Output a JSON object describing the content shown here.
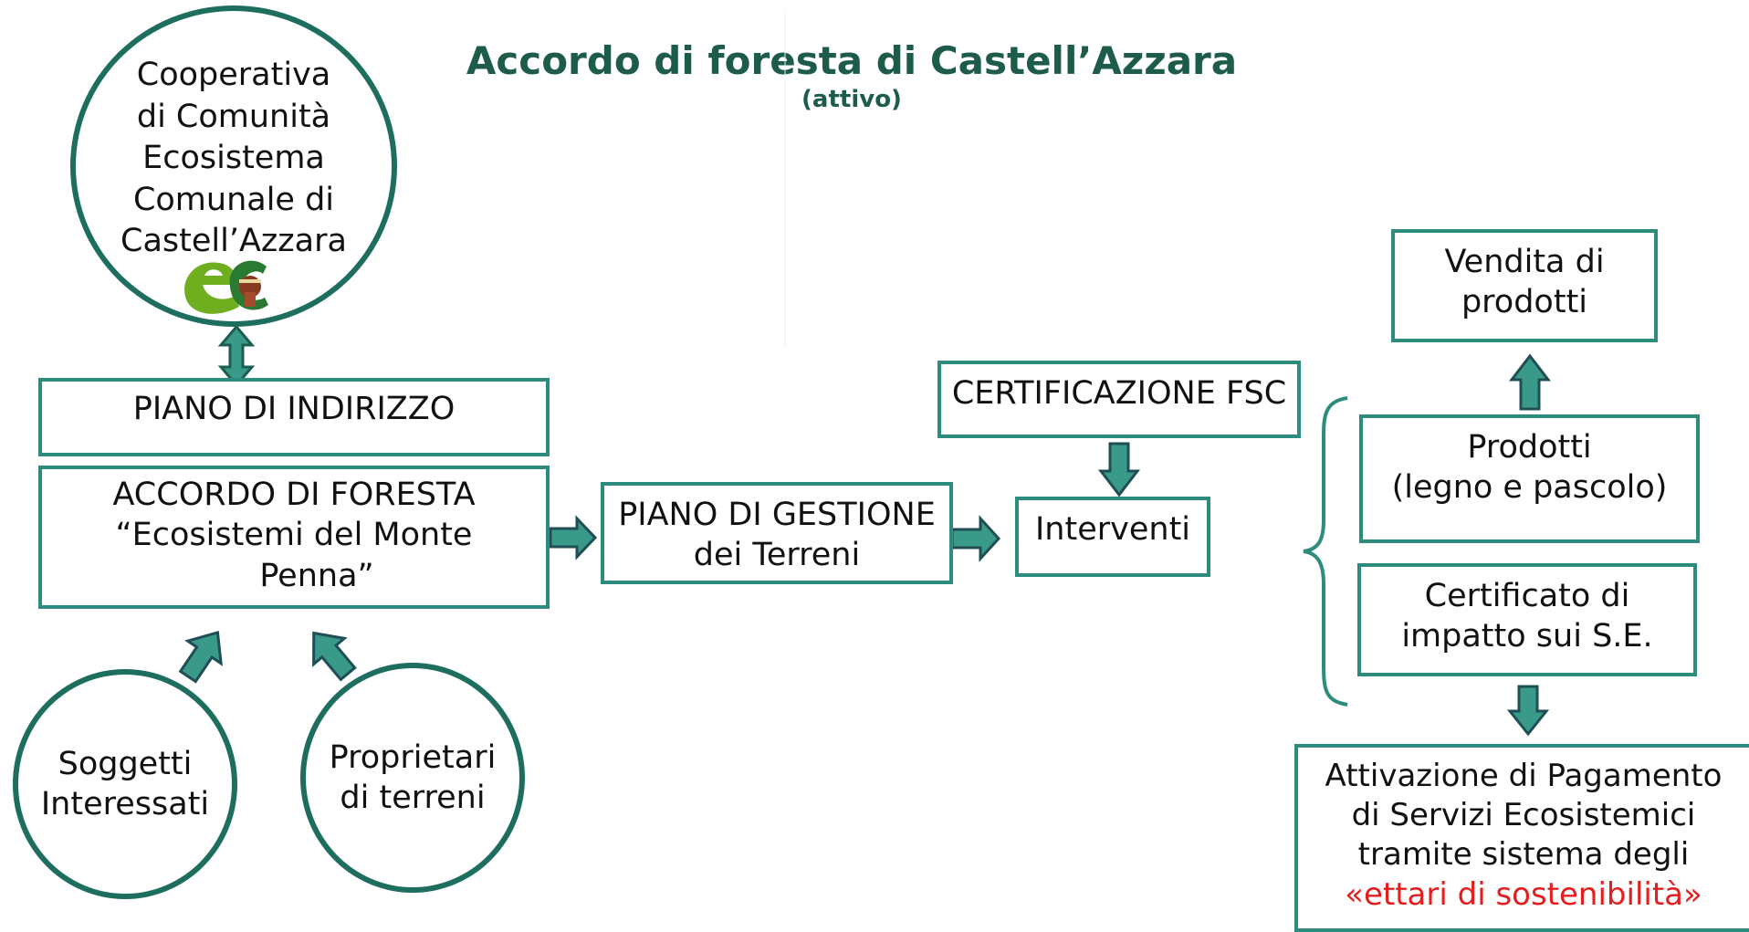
{
  "title": "Accordo di foresta di Castell’Azzara",
  "subtitle": "(attivo)",
  "cooperativa": {
    "lines": [
      "Cooperativa",
      "di Comunità",
      "Ecosistema",
      "Comunale di",
      "Castell’Azzara"
    ]
  },
  "piano_indirizzo": "PIANO DI INDIRIZZO",
  "accordo_foresta": {
    "lines": [
      "ACCORDO DI FORESTA",
      "“Ecosistemi del Monte",
      "Penna”"
    ]
  },
  "soggetti": {
    "lines": [
      "Soggetti",
      "Interessati"
    ]
  },
  "proprietari": {
    "lines": [
      "Proprietari",
      "di terreni"
    ]
  },
  "piano_gestione": {
    "lines": [
      "PIANO DI GESTIONE",
      "dei Terreni"
    ]
  },
  "certificazione": "CERTIFICAZIONE FSC",
  "interventi": "Interventi",
  "vendita": {
    "lines": [
      "Vendita di",
      "prodotti"
    ]
  },
  "prodotti": {
    "lines": [
      "Prodotti",
      "(legno e pascolo)"
    ]
  },
  "certificato": {
    "lines": [
      "Certificato di",
      "impatto sui S.E."
    ]
  },
  "attivazione": {
    "lines": [
      "Attivazione di Pagamento",
      "di Servizi Ecosistemici",
      "tramite sistema degli"
    ],
    "highlight": "«ettari di sostenibilità»"
  },
  "colors": {
    "title": "#1d5c4a",
    "box_border": "#2e8c7e",
    "circle_border": "#1d6e5e",
    "arrow_fill": "#3a9a8a",
    "arrow_stroke": "#1f4e55",
    "highlight": "#e41e1e"
  }
}
